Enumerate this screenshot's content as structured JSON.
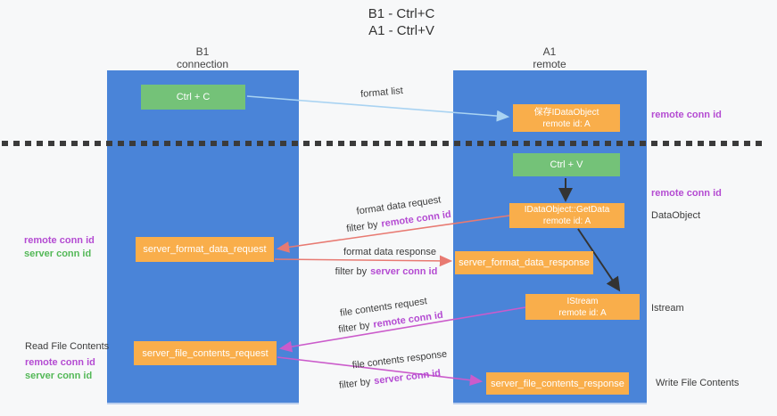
{
  "title": {
    "line1": "B1 - Ctrl+C",
    "line2": "A1 - Ctrl+V"
  },
  "lanes": {
    "left": {
      "title": "B1",
      "subtitle": "connection"
    },
    "right": {
      "title": "A1",
      "subtitle": "remote"
    }
  },
  "nodes": {
    "ctrl_c": "Ctrl + C",
    "ctrl_v": "Ctrl + V",
    "save_dataobject_line1": "保存IDataObject",
    "save_dataobject_line2": "remote id: A",
    "getdata_line1": "IDataObject::GetData",
    "getdata_line2": "remote id: A",
    "istream_line1": "IStream",
    "istream_line2": "remote id: A",
    "server_format_data_request": "server_format_data_request",
    "server_format_data_response": "server_format_data_response",
    "server_file_contents_request": "server_file_contents_request",
    "server_file_contents_response": "server_file_contents_response"
  },
  "messages": {
    "format_list": "format list",
    "format_data_request": "format data request",
    "format_data_response": "format data response",
    "file_contents_request": "file contents request",
    "file_contents_response": "file contents response",
    "filter_by": "filter by",
    "remote_conn_id": "remote conn id",
    "server_conn_id": "server conn id"
  },
  "side_labels": {
    "remote_conn_id": "remote conn id",
    "server_conn_id": "server conn id",
    "dataobject": "DataObject",
    "istream": "Istream",
    "read_file_contents": "Read File Contents",
    "write_file_contents": "Write File Contents"
  },
  "colors": {
    "lane_blue": "#4a84d8",
    "node_orange": "#f9ae4b",
    "node_green": "#74c278",
    "conn_purple": "#b44bd2",
    "conn_green": "#53b857",
    "arrow_red": "#e87a72",
    "arrow_magenta": "#cb5bcb",
    "arrow_blue": "#a9d3f2",
    "arrow_black": "#333333",
    "text_dark": "#3c3c3c",
    "background": "#f7f8f9"
  }
}
